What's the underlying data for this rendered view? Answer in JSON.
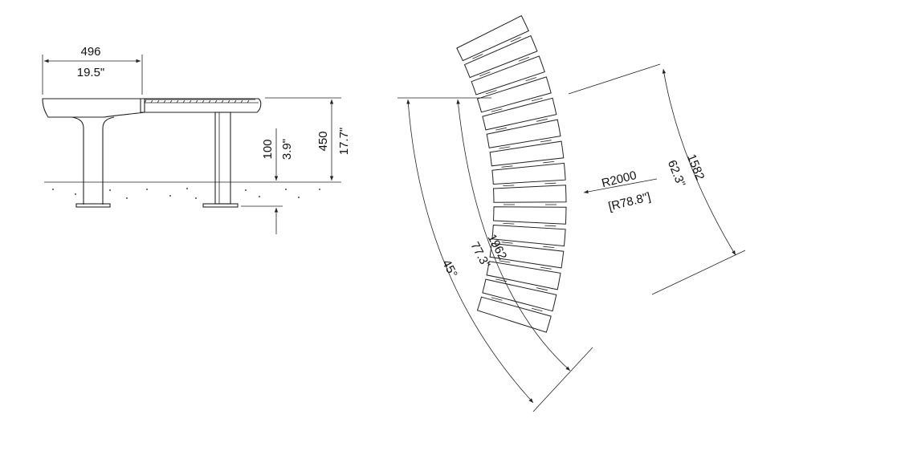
{
  "side_view": {
    "seat_depth_mm": "496",
    "seat_depth_in": "19.5\"",
    "height_mm": "450",
    "height_in": "17.7\"",
    "embed_mm": "100",
    "embed_in": "3.9\""
  },
  "plan_view": {
    "radius_label": "R2000",
    "radius_in_label": "[R78.8\"]",
    "angle_label": "45°",
    "outer_arc_mm": "1962",
    "outer_arc_in": "77.3\"",
    "chord_mm": "1582",
    "chord_in": "62.3\"",
    "slat_count": 15
  },
  "colors": {
    "line": "#222222",
    "background": "#ffffff"
  }
}
